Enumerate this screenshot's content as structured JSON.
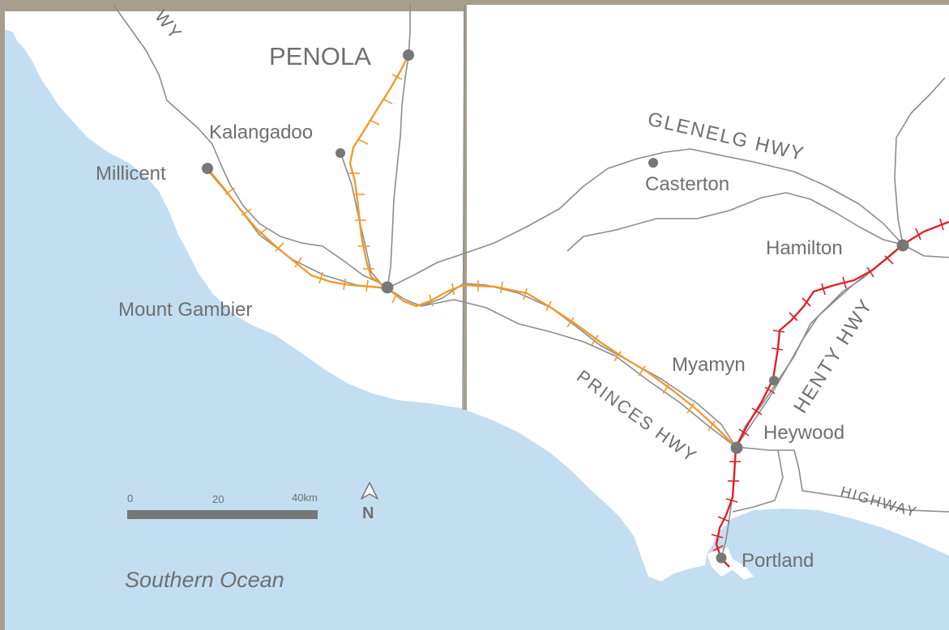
{
  "towns": {
    "penola": "PENOLA",
    "kalangadoo": "Kalangadoo",
    "millicent": "Millicent",
    "mount_gambier": "Mount Gambier",
    "casterton": "Casterton",
    "hamilton": "Hamilton",
    "myamyn": "Myamyn",
    "heywood": "Heywood",
    "portland": "Portland"
  },
  "highways": {
    "top_fragment": "WY",
    "glenelg": "GLENELG HWY",
    "henty": "HENTY HWY",
    "princes": "PRINCES HWY",
    "highway": "HIGHWAY"
  },
  "water": {
    "ocean": "Southern Ocean"
  },
  "scale_bar": {
    "label_0": "0",
    "label_20": "20",
    "label_40": "40km"
  },
  "north_arrow": {
    "label": "N"
  },
  "colors": {
    "sea": "#c3def0",
    "land": "#ffffff",
    "frame": "#a89e8f",
    "road": "#8c8c8c",
    "rail_sa": "#f29a2e",
    "rail_vic": "#e02127",
    "town_dot": "#777777",
    "label": "#6f6f6f"
  }
}
